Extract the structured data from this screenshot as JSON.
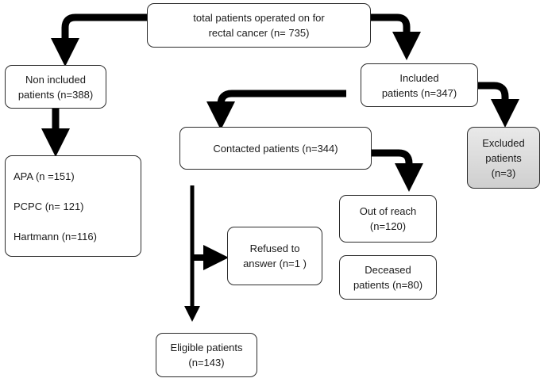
{
  "nodes": {
    "total": {
      "lines": [
        "total patients operated on for",
        "rectal cancer (n= 735)"
      ]
    },
    "non_included": {
      "lines": [
        "Non included",
        "patients (n=388)"
      ]
    },
    "included": {
      "lines": [
        "Included",
        "patients (n=347)"
      ]
    },
    "breakdown": {
      "lines": [
        "APA (n =151)",
        "PCPC (n= 121)",
        "Hartmann (n=116)"
      ]
    },
    "contacted": {
      "lines": [
        "Contacted patients (n=344)"
      ]
    },
    "excluded": {
      "lines": [
        "Excluded",
        "patients",
        "(n=3)"
      ]
    },
    "out_of_reach": {
      "lines": [
        "Out of reach",
        "(n=120)"
      ]
    },
    "refused": {
      "lines": [
        "Refused to",
        "answer (n=1 )"
      ]
    },
    "deceased": {
      "lines": [
        "Deceased",
        "patients (n=80)"
      ]
    },
    "eligible": {
      "lines": [
        "Eligible patients",
        "(n=143)"
      ]
    }
  },
  "colors": {
    "connector": "#000000",
    "box_border": "#2b2b2b",
    "excluded_fill": "#d9d9d9"
  }
}
